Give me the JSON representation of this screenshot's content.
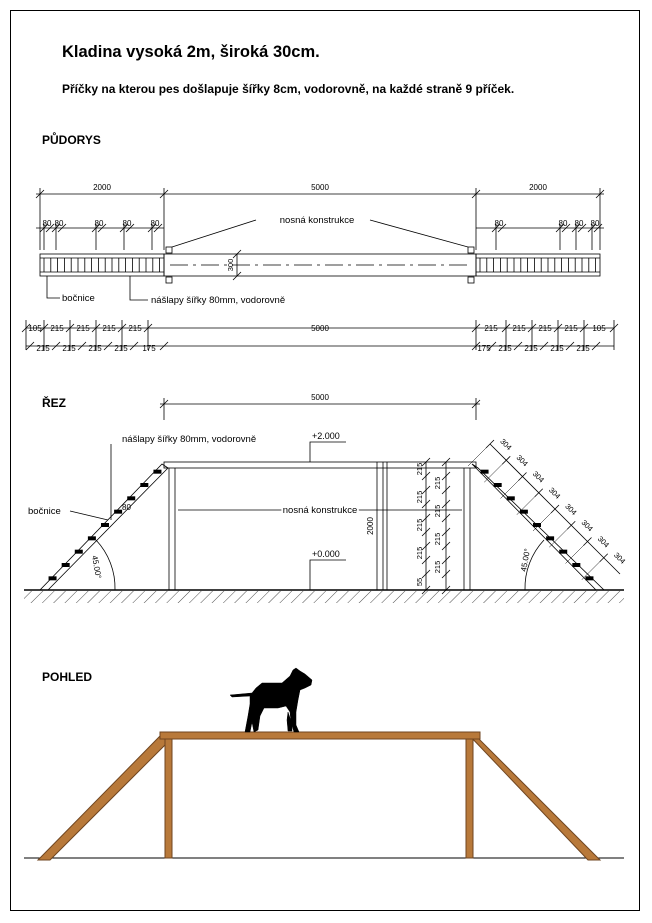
{
  "header": {
    "title": "Kladina vysoká 2m, široká 30cm.",
    "subtitle": "Příčky na kterou pes došlapuje šířky 8cm, vodorovně, na každé straně 9 příček."
  },
  "plan": {
    "heading": "PŮDORYS",
    "dim_top": [
      "2000",
      "5000",
      "2000"
    ],
    "dim_80": "80",
    "dim_300": "300",
    "label_structure": "nosná konstrukce",
    "label_side": "bočnice",
    "label_steps": "nášlapy šířky 80mm, vodorovně",
    "dim_bottom_top_left": [
      "105",
      "215",
      "215",
      "215",
      "215"
    ],
    "dim_bottom_bottom_left": [
      "215",
      "215",
      "215",
      "215",
      "175"
    ],
    "dim_bottom_middle": "5000",
    "dim_bottom_top_right": [
      "215",
      "215",
      "215",
      "215",
      "105"
    ],
    "dim_bottom_bottom_right": [
      "175",
      "215",
      "215",
      "215",
      "215"
    ]
  },
  "section": {
    "heading": "ŘEZ",
    "dim_top": "5000",
    "label_steps": "nášlapy šířky 80mm, vodorovně",
    "level_top": "+2.000",
    "level_bottom": "+0.000",
    "label_side": "bočnice",
    "label_structure": "nosná konstrukce",
    "dim_height": "2000",
    "dim_80": "80",
    "angle": "45.00°",
    "dim_vertical": [
      "215",
      "215",
      "215",
      "215",
      "215",
      "215",
      "215",
      "215",
      "55"
    ],
    "dim_slope": [
      "304",
      "304",
      "304",
      "304",
      "304",
      "304",
      "304",
      "304"
    ]
  },
  "view": {
    "heading": "POHLED"
  },
  "colors": {
    "wood": "#b8793a",
    "wood_dark": "#6f4520",
    "line": "#000000",
    "dog": "#000000"
  }
}
